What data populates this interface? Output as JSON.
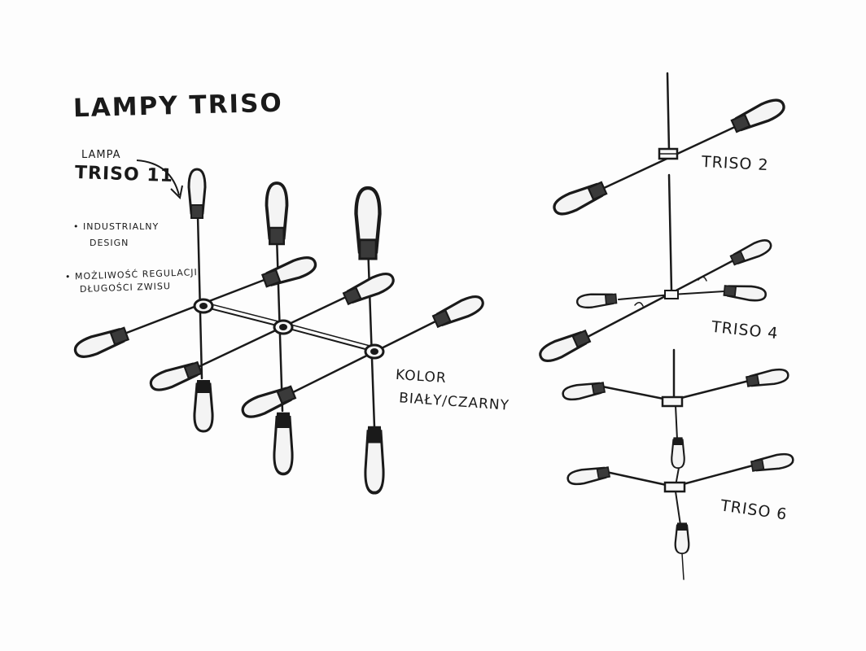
{
  "header": {
    "title": "LAMPY TRISO"
  },
  "callout": {
    "label": "LAMPA",
    "model": "TRISO 11"
  },
  "features": [
    {
      "line1": "• INDUSTRIALNY",
      "line2": "DESIGN"
    },
    {
      "line1": "• MOŻLIWOŚĆ REGULACJI",
      "line2": "DŁUGOŚCI ZWISU"
    }
  ],
  "color_note": {
    "line1": "KOLOR",
    "line2": "BIAŁY/CZARNY"
  },
  "variants": [
    {
      "name": "TRISO 2"
    },
    {
      "name": "TRISO 4"
    },
    {
      "name": "TRISO 6"
    }
  ],
  "colors": {
    "ink": "#1a1a1a",
    "paper": "#fdfdfd",
    "shade": "#3a3a3a"
  }
}
